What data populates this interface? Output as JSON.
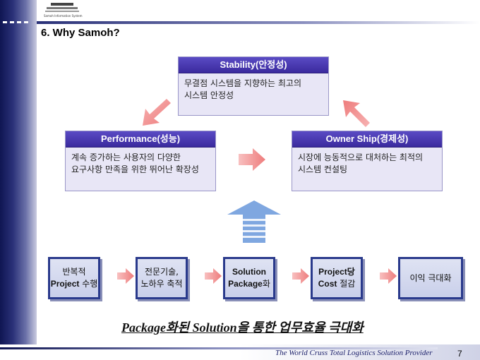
{
  "header": {
    "logo_text": "Samoh Information System",
    "title": "6. Why Samoh?"
  },
  "boxes": {
    "stability": {
      "header": "Stability(안정성)",
      "line1": "무결점 시스템을 지향하는 최고의",
      "line2": "시스템 안정성"
    },
    "performance": {
      "header": "Performance(성능)",
      "line1": "계속 증가하는 사용자의 다양한",
      "line2": "요구사항 만족을 위한 뛰어난 확장성"
    },
    "ownership": {
      "header": "Owner Ship(경제성)",
      "line1": "시장에 능동적으로 대처하는 최적의",
      "line2": "시스템 컨설팅"
    }
  },
  "steps": [
    {
      "line1": "반복적",
      "line2a": "Project",
      "line2b": " 수행"
    },
    {
      "line1": "전문기술,",
      "line2a": "",
      "line2b": "노하우 축적"
    },
    {
      "line1": "Solution",
      "line2a": "Package",
      "line2b": "화"
    },
    {
      "line1": "Project당",
      "line2a": "Cost",
      "line2b": " 절감"
    },
    {
      "line1": "이익 극대화",
      "line2a": "",
      "line2b": ""
    }
  ],
  "tagline": "Package화된 Solution을 통한 업무효율 극대화",
  "footer": {
    "slogan": "The World Cruss Total Logistics Solution Provider",
    "page": "7"
  },
  "colors": {
    "header_purple": "#3b2a9e",
    "box_fill": "#e8e6f6",
    "arrow_pink": "#f28b8b",
    "arrow_blue": "#8fb2e6",
    "step_border": "#2a3a8c"
  }
}
